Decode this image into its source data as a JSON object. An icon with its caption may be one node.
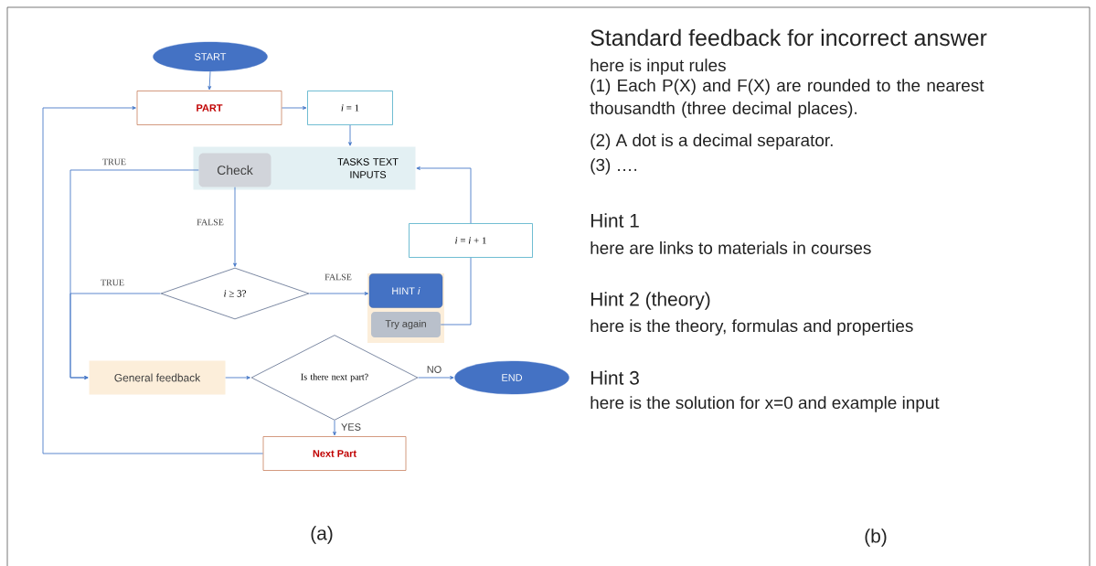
{
  "diagram": {
    "nodes": [
      {
        "text": [
          "START"
        ]
      },
      {
        "text": [
          "PART"
        ]
      },
      {
        "text": [
          "*i* = 1"
        ]
      },
      {
        "text": [
          "TASKS TEXT INPUTS"
        ]
      },
      {
        "text": [
          "Check"
        ],
        "in": 3
      },
      {
        "text": [
          "*i* = *i* + 1"
        ]
      },
      {
        "text": [
          "*i* ≥ 3?"
        ]
      },
      {
        "text": [],
        "shape": "box"
      },
      {
        "text": [
          "HINT *i*"
        ],
        "in": 7
      },
      {
        "text": [
          "Try again"
        ],
        "in": 7
      },
      {
        "text": [
          "General feedback"
        ]
      },
      {
        "text": [
          "Is there next part?"
        ]
      },
      {
        "text": [
          "END"
        ]
      },
      {
        "text": [
          "Next Part"
        ]
      }
    ],
    "edges": [
      {
        "from": 0,
        "to": 1,
        "arrow": "to"
      },
      {
        "from": 1,
        "to": 2,
        "arrow": "to"
      },
      {
        "from": 2,
        "to": 3,
        "arrow": "to"
      },
      {
        "from": 4,
        "to": 10,
        "arrow": "to",
        "label": "TRUE"
      },
      {
        "from": 4,
        "to": 6,
        "arrow": "to",
        "label": "FALSE"
      },
      {
        "from": 6,
        "to": 10,
        "arrow": "to",
        "label": "TRUE"
      },
      {
        "from": 6,
        "to": 8,
        "arrow": "to",
        "label": "FALSE"
      },
      {
        "from": 9,
        "to": 5,
        "arrow": "none"
      },
      {
        "from": 5,
        "to": 3,
        "arrow": "to"
      },
      {
        "from": 10,
        "to": 11,
        "arrow": "to"
      },
      {
        "from": 11,
        "to": 12,
        "arrow": "to",
        "label": "NO"
      },
      {
        "from": 11,
        "to": 13,
        "arrow": "to",
        "label": "YES"
      },
      {
        "from": 13,
        "to": 1,
        "arrow": "to"
      }
    ],
    "labels": [
      "Standard feedback for incorrect answer",
      "here is input rules",
      "(1) Each P(X) and F(X) are rounded to the nearest thousandth (three decimal places).",
      "(2) A dot is a decimal separator.",
      "(3) ….",
      "Hint 1",
      "here are links to materials in courses",
      "Hint 2 (theory)",
      "here is the theory, formulas and properties",
      "Hint 3",
      "here is the solution for x=0 and example input",
      "(a)",
      "(b)"
    ]
  }
}
